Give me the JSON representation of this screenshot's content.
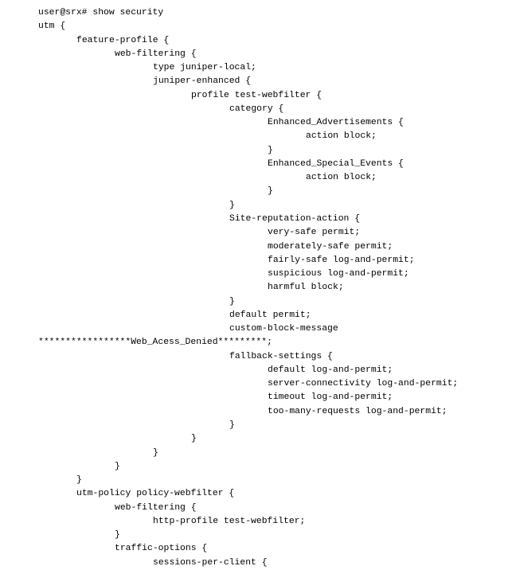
{
  "terminal": {
    "lines": [
      {
        "indent": 0,
        "text": "user@srx# show security"
      },
      {
        "indent": 0,
        "text": "utm {"
      },
      {
        "indent": 1,
        "text": "feature-profile {"
      },
      {
        "indent": 2,
        "text": "web-filtering {"
      },
      {
        "indent": 3,
        "text": "type juniper-local;"
      },
      {
        "indent": 3,
        "text": "juniper-enhanced {"
      },
      {
        "indent": 4,
        "text": "profile test-webfilter {"
      },
      {
        "indent": 5,
        "text": "category {"
      },
      {
        "indent": 6,
        "text": "Enhanced_Advertisements {"
      },
      {
        "indent": 7,
        "text": "action block;"
      },
      {
        "indent": 6,
        "text": "}"
      },
      {
        "indent": 6,
        "text": "Enhanced_Special_Events {"
      },
      {
        "indent": 7,
        "text": "action block;"
      },
      {
        "indent": 6,
        "text": "}"
      },
      {
        "indent": 5,
        "text": "}"
      },
      {
        "indent": 5,
        "text": "Site-reputation-action {"
      },
      {
        "indent": 6,
        "text": "very-safe permit;"
      },
      {
        "indent": 6,
        "text": "moderately-safe permit;"
      },
      {
        "indent": 6,
        "text": "fairly-safe log-and-permit;"
      },
      {
        "indent": 6,
        "text": "suspicious log-and-permit;"
      },
      {
        "indent": 6,
        "text": "harmful block;"
      },
      {
        "indent": 5,
        "text": "}"
      },
      {
        "indent": 5,
        "text": "default permit;"
      },
      {
        "indent": 5,
        "text": "custom-block-message"
      },
      {
        "indent": 0,
        "text": "*****************Web_Acess_Denied*********;"
      },
      {
        "indent": 5,
        "text": "fallback-settings {"
      },
      {
        "indent": 6,
        "text": "default log-and-permit;"
      },
      {
        "indent": 6,
        "text": "server-connectivity log-and-permit;"
      },
      {
        "indent": 6,
        "text": "timeout log-and-permit;"
      },
      {
        "indent": 6,
        "text": "too-many-requests log-and-permit;"
      },
      {
        "indent": 5,
        "text": "}"
      },
      {
        "indent": 4,
        "text": "}"
      },
      {
        "indent": 3,
        "text": "}"
      },
      {
        "indent": 2,
        "text": "}"
      },
      {
        "indent": 1,
        "text": "}"
      },
      {
        "indent": 1,
        "text": "utm-policy policy-webfilter {"
      },
      {
        "indent": 2,
        "text": "web-filtering {"
      },
      {
        "indent": 3,
        "text": "http-profile test-webfilter;"
      },
      {
        "indent": 2,
        "text": "}"
      },
      {
        "indent": 2,
        "text": "traffic-options {"
      },
      {
        "indent": 3,
        "text": "sessions-per-client {"
      }
    ]
  }
}
